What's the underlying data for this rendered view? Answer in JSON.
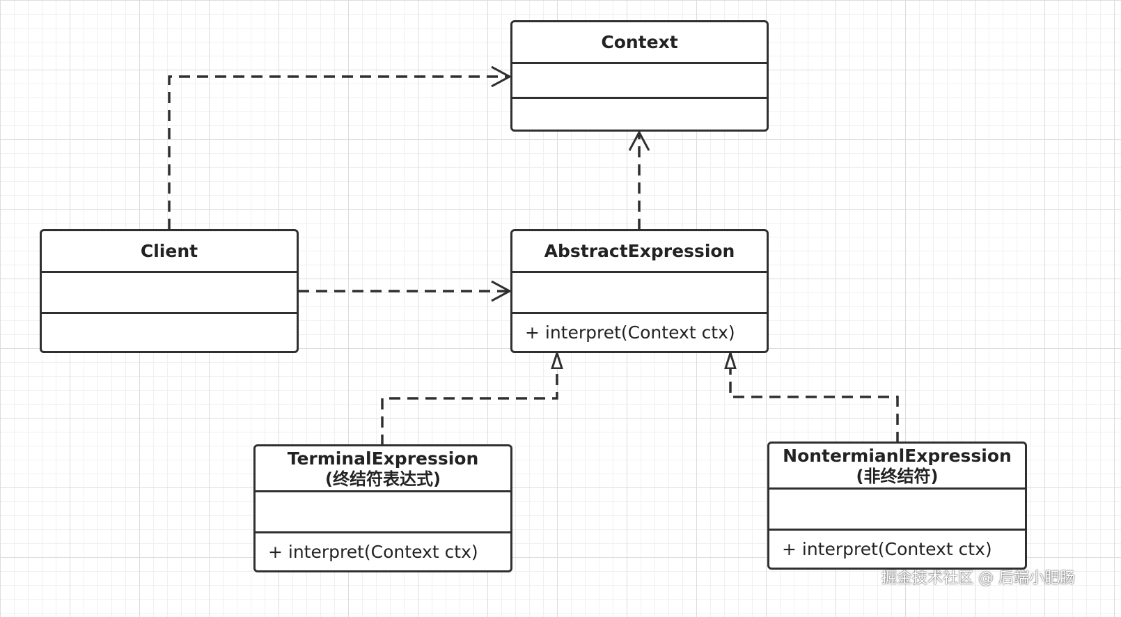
{
  "diagram": {
    "classes": {
      "context": {
        "name": "Context",
        "operation": ""
      },
      "client": {
        "name": "Client",
        "operation": ""
      },
      "abstract_expression": {
        "name": "AbstractExpression",
        "operation": "+ interpret(Context ctx)"
      },
      "terminal_expression": {
        "name": "TerminalExpression",
        "subtitle": "(终结符表达式)",
        "operation": "+ interpret(Context ctx)"
      },
      "nonterminal_expression": {
        "name": "NontermianlExpression",
        "subtitle": "(非终结符)",
        "operation": "+ interpret(Context ctx)"
      }
    },
    "relationships": [
      {
        "from": "Client",
        "to": "Context",
        "type": "dependency"
      },
      {
        "from": "Client",
        "to": "AbstractExpression",
        "type": "dependency"
      },
      {
        "from": "AbstractExpression",
        "to": "Context",
        "type": "dependency"
      },
      {
        "from": "TerminalExpression",
        "to": "AbstractExpression",
        "type": "realization"
      },
      {
        "from": "NontermianlExpression",
        "to": "AbstractExpression",
        "type": "realization"
      }
    ]
  },
  "watermark": "掘金技术社区 @ 后端小肥肠"
}
